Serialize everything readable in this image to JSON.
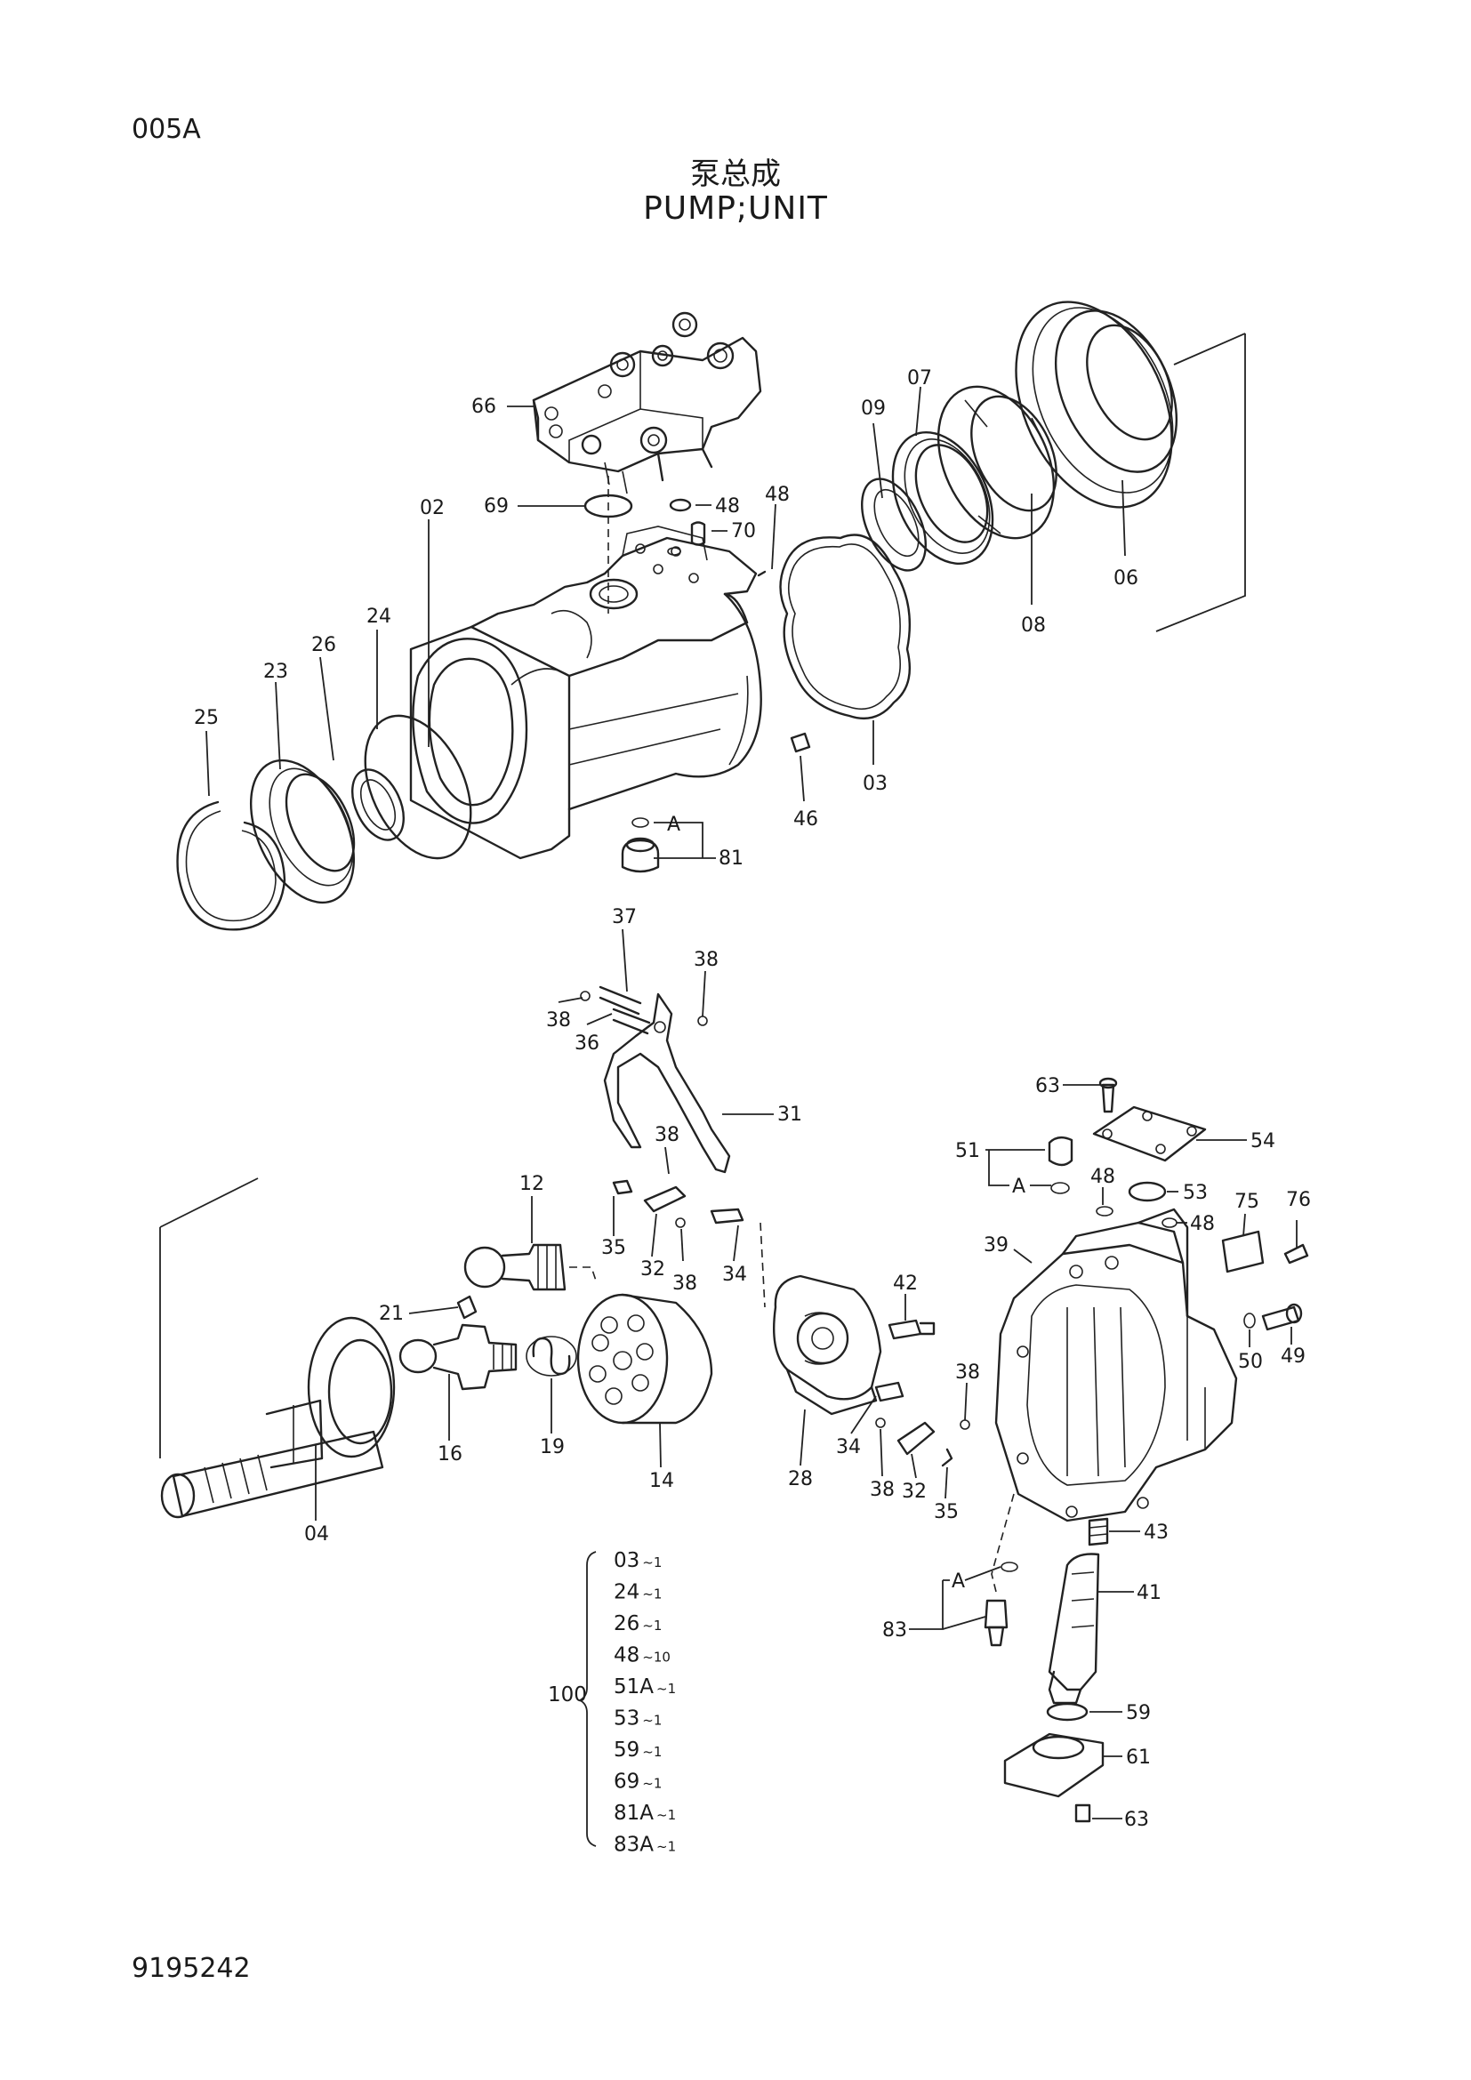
{
  "page_code": "005A",
  "title_cn": "泵总成",
  "title_en": "PUMP;UNIT",
  "figure_code": "9195242",
  "callouts": {
    "p66": "66",
    "p69": "69",
    "p02": "02",
    "p48a": "48",
    "p70": "70",
    "p48b": "48",
    "p09": "09",
    "p07": "07",
    "p08": "08",
    "p06": "06",
    "p03": "03",
    "p46": "46",
    "p81": "81",
    "pA1": "A",
    "p24": "24",
    "p26": "26",
    "p23": "23",
    "p25": "25",
    "p37": "37",
    "p38a": "38",
    "p38b": "38",
    "p36": "36",
    "p31": "31",
    "p38c": "38",
    "p12": "12",
    "p35a": "35",
    "p32a": "32",
    "p38d": "38",
    "p34a": "34",
    "p21": "21",
    "p16": "16",
    "p19": "19",
    "p14": "14",
    "p04": "04",
    "p28": "28",
    "p42": "42",
    "p38e": "38",
    "p34b": "34",
    "p38f": "38",
    "p32b": "32",
    "p35b": "35",
    "p63a": "63",
    "p54": "54",
    "p51": "51",
    "pA2": "A",
    "p48c": "48",
    "p53": "53",
    "p48d": "48",
    "p75": "75",
    "p76": "76",
    "p39": "39",
    "p50": "50",
    "p49": "49",
    "p43": "43",
    "p41": "41",
    "pA3": "A",
    "p83": "83",
    "p59": "59",
    "p61": "61",
    "p63b": "63"
  },
  "kit": {
    "number": "100",
    "items": [
      {
        "part": "03",
        "qty": "~1"
      },
      {
        "part": "24",
        "qty": "~1"
      },
      {
        "part": "26",
        "qty": "~1"
      },
      {
        "part": "48",
        "qty": "~10"
      },
      {
        "part": "51A",
        "qty": "~1"
      },
      {
        "part": "53",
        "qty": "~1"
      },
      {
        "part": "59",
        "qty": "~1"
      },
      {
        "part": "69",
        "qty": "~1"
      },
      {
        "part": "81A",
        "qty": "~1"
      },
      {
        "part": "83A",
        "qty": "~1"
      }
    ]
  }
}
